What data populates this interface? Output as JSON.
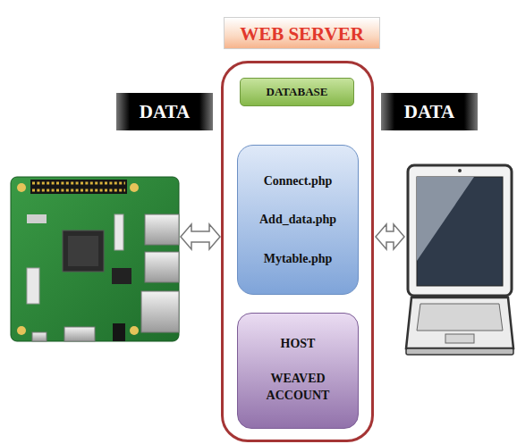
{
  "diagram": {
    "nodes": [
      {
        "text": [
          "WEB SERVER"
        ]
      },
      {
        "text": [
          "DATA"
        ]
      },
      {
        "text": [
          "DATABASE"
        ],
        "in": 0
      },
      {
        "text": [
          "DATA"
        ]
      },
      {
        "text": [
          "Connect.php",
          "Add_data.php",
          "Mytable.php"
        ],
        "in": 0
      },
      {
        "text": [
          "HOST",
          "WEAVED ACCOUNT"
        ],
        "in": 0
      }
    ]
  }
}
